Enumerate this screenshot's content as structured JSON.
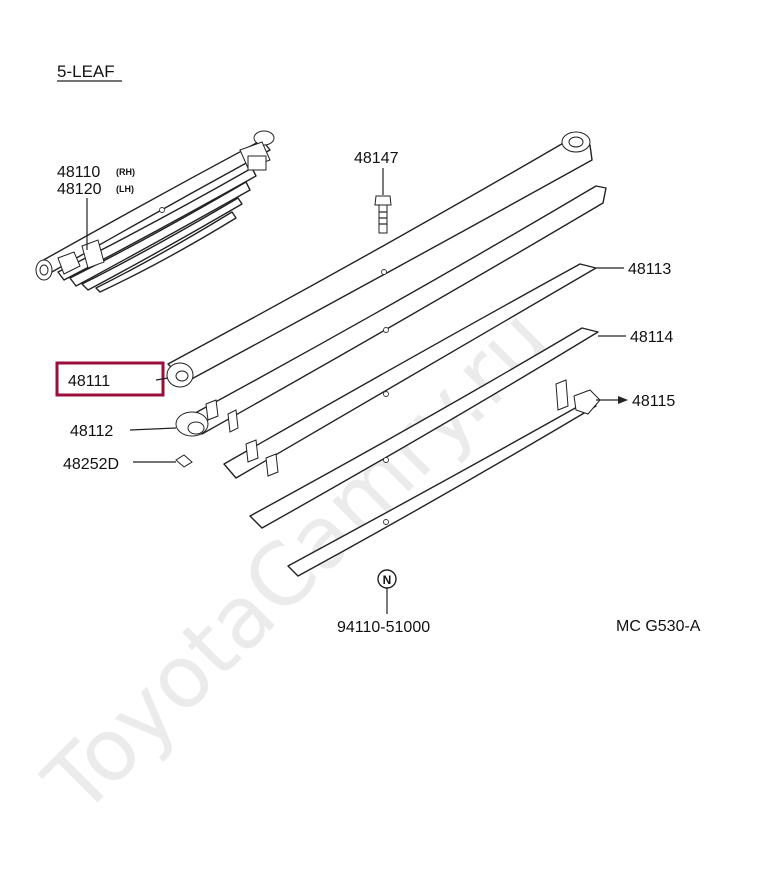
{
  "title": "5-LEAF",
  "watermark": "ToyotaCamry.ru",
  "diagram_code": "MC G530-A",
  "highlight_color": "#9a0f3a",
  "parts": [
    {
      "number": "48110",
      "qualifier": "(RH)"
    },
    {
      "number": "48120",
      "qualifier": "(LH)"
    },
    {
      "number": "48147"
    },
    {
      "number": "48113"
    },
    {
      "number": "48114"
    },
    {
      "number": "48111",
      "highlighted": true
    },
    {
      "number": "48115"
    },
    {
      "number": "48112"
    },
    {
      "number": "48252D"
    },
    {
      "number": "94110-51000",
      "symbol": "N"
    }
  ]
}
